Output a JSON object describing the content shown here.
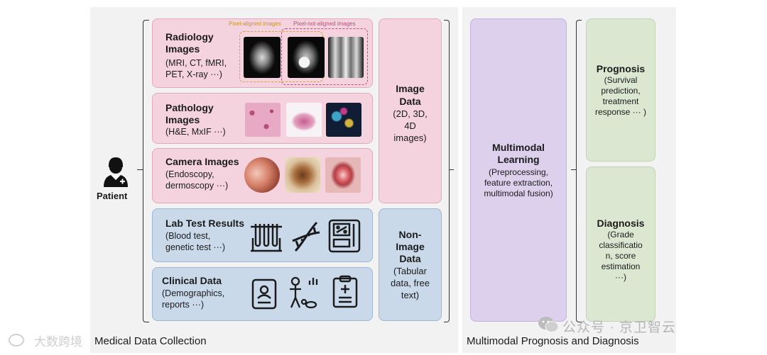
{
  "collection": {
    "section_title": "Medical Data Collection",
    "patient_label": "Patient",
    "pixel_aligned_label": "Pixel-aligned images",
    "pixel_not_aligned_label": "Pixel-not-aligned images",
    "radiology": {
      "title_line1": "Radiology",
      "title_line2": "Images",
      "desc_line1": "(MRI, CT, fMRI,",
      "desc_line2": "PET, X-ray ···)"
    },
    "pathology": {
      "title_line1": "Pathology",
      "title_line2": "Images",
      "desc_line1": "(H&E, MxIF ···)"
    },
    "camera": {
      "title_line1": "Camera Images",
      "desc_line1": "(Endoscopy,",
      "desc_line2": "dermoscopy ···)"
    },
    "lab": {
      "title_line1": "Lab Test Results",
      "desc_line1": "(Blood test,",
      "desc_line2": "genetic test ···)"
    },
    "clinical": {
      "title_line1": "Clinical Data",
      "desc_line1": "(Demographics,",
      "desc_line2": "reports ···)"
    },
    "image_data": {
      "line1": "Image",
      "line2": "Data",
      "line3": "(2D, 3D,",
      "line4": "4D",
      "line5": "images)"
    },
    "non_image_data": {
      "line1": "Non-",
      "line2": "Image",
      "line3": "Data",
      "line4": "(Tabular",
      "line5": "data, free",
      "line6": "text)"
    }
  },
  "analysis": {
    "section_title": "Multimodal Prognosis and Diagnosis",
    "learning": {
      "title_line1": "Multimodal",
      "title_line2": "Learning",
      "desc_line1": "(Preprocessing,",
      "desc_line2": "feature extraction,",
      "desc_line3": "multimodal fusion)"
    },
    "prognosis": {
      "title": "Prognosis",
      "desc_line1": "(Survival",
      "desc_line2": "prediction,",
      "desc_line3": "treatment",
      "desc_line4": "response ··· )"
    },
    "diagnosis": {
      "title": "Diagnosis",
      "desc_line1": "(Grade",
      "desc_line2": "classificatio",
      "desc_line3": "n, score",
      "desc_line4": "estimation",
      "desc_line5": "···)"
    }
  },
  "watermarks": {
    "top_right": "公众号 · 京卫智云",
    "bottom_left": "大数跨境"
  },
  "colors": {
    "image_modality_fill": "#f4d3de",
    "non_image_modality_fill": "#c9d9ea",
    "learning_fill": "#dcd0ec",
    "output_fill": "#dce7d2",
    "aligned_border": "#d9a43a",
    "not_aligned_border": "#b3517a"
  }
}
